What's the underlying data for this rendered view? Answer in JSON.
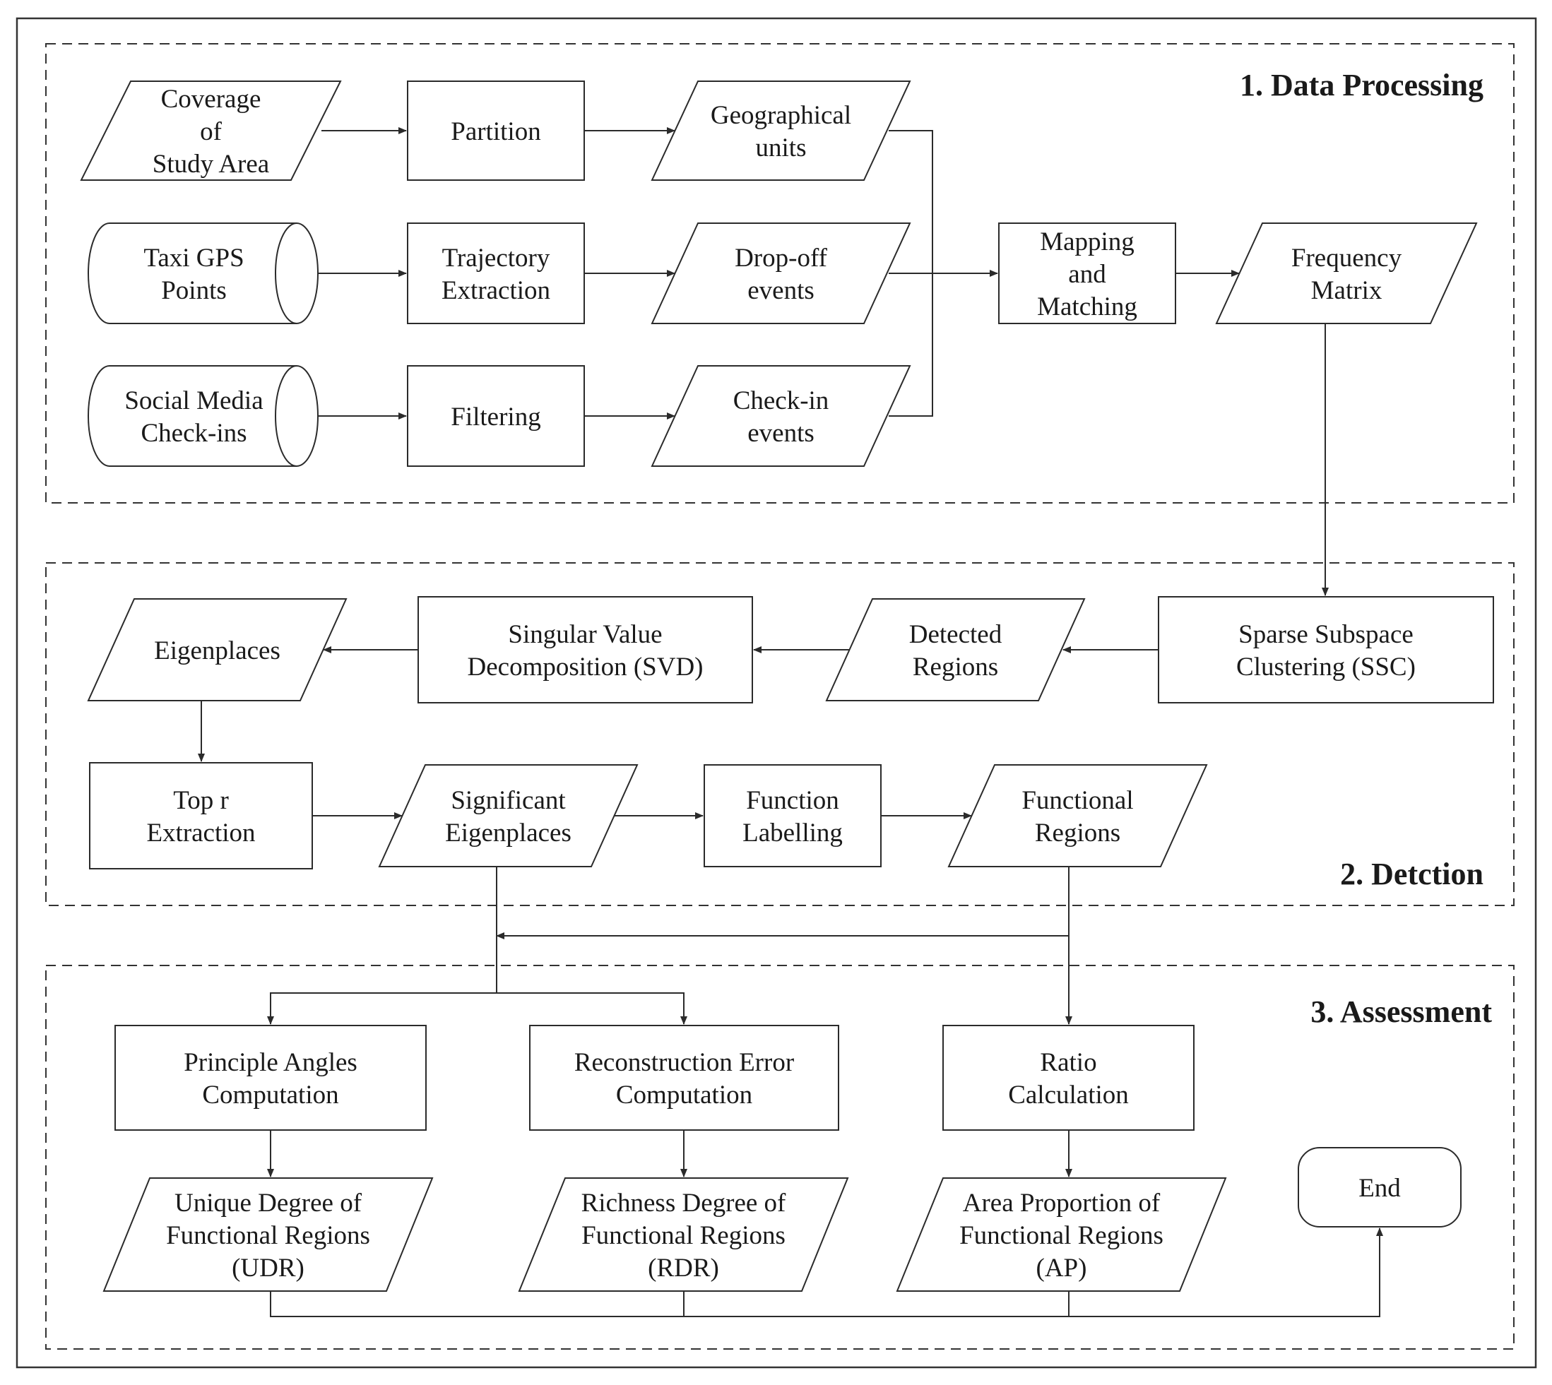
{
  "sections": [
    {
      "id": "sec1",
      "title": "1. Data Processing"
    },
    {
      "id": "sec2",
      "title": "2. Detction"
    },
    {
      "id": "sec3",
      "title": "3. Assessment"
    }
  ],
  "nodes": [
    {
      "id": "coverage",
      "shape": "parallelogram",
      "lines": [
        "Coverage",
        "of",
        "Study Area"
      ]
    },
    {
      "id": "partition",
      "shape": "rect",
      "lines": [
        "Partition"
      ]
    },
    {
      "id": "geo_units",
      "shape": "parallelogram",
      "lines": [
        "Geographical",
        "units"
      ]
    },
    {
      "id": "taxi_gps",
      "shape": "cylinder",
      "lines": [
        "Taxi GPS",
        "Points"
      ]
    },
    {
      "id": "trajectory",
      "shape": "rect",
      "lines": [
        "Trajectory",
        "Extraction"
      ]
    },
    {
      "id": "dropoff",
      "shape": "parallelogram",
      "lines": [
        "Drop-off",
        "events"
      ]
    },
    {
      "id": "social",
      "shape": "cylinder",
      "lines": [
        "Social Media",
        "Check-ins"
      ]
    },
    {
      "id": "filtering",
      "shape": "rect",
      "lines": [
        "Filtering"
      ]
    },
    {
      "id": "checkin",
      "shape": "parallelogram",
      "lines": [
        "Check-in",
        "events"
      ]
    },
    {
      "id": "mapping",
      "shape": "rect",
      "lines": [
        "Mapping",
        "and",
        "Matching"
      ]
    },
    {
      "id": "freq",
      "shape": "parallelogram",
      "lines": [
        "Frequency",
        "Matrix"
      ]
    },
    {
      "id": "ssc",
      "shape": "rect",
      "lines": [
        "Sparse Subspace",
        "Clustering (SSC)"
      ]
    },
    {
      "id": "detected",
      "shape": "parallelogram",
      "lines": [
        "Detected",
        "Regions"
      ]
    },
    {
      "id": "svd",
      "shape": "rect",
      "lines": [
        "Singular Value",
        "Decomposition  (SVD)"
      ]
    },
    {
      "id": "eigen",
      "shape": "parallelogram",
      "lines": [
        "Eigenplaces"
      ]
    },
    {
      "id": "topr",
      "shape": "rect",
      "lines": [
        "Top r",
        "Extraction"
      ]
    },
    {
      "id": "sig_eigen",
      "shape": "parallelogram",
      "lines": [
        "Significant",
        "Eigenplaces"
      ]
    },
    {
      "id": "func_label",
      "shape": "rect",
      "lines": [
        "Function",
        "Labelling"
      ]
    },
    {
      "id": "func_regions",
      "shape": "parallelogram",
      "lines": [
        "Functional",
        "Regions"
      ]
    },
    {
      "id": "principle",
      "shape": "rect",
      "lines": [
        "Principle Angles",
        "Computation"
      ]
    },
    {
      "id": "recon",
      "shape": "rect",
      "lines": [
        "Reconstruction Error",
        "Computation"
      ]
    },
    {
      "id": "ratio",
      "shape": "rect",
      "lines": [
        "Ratio",
        "Calculation"
      ]
    },
    {
      "id": "udr",
      "shape": "parallelogram",
      "lines": [
        "Unique Degree of",
        "Functional Regions",
        "(UDR)"
      ]
    },
    {
      "id": "rdr",
      "shape": "parallelogram",
      "lines": [
        "Richness Degree of",
        "Functional Regions",
        "(RDR)"
      ]
    },
    {
      "id": "ap",
      "shape": "parallelogram",
      "lines": [
        "Area Proportion of",
        "Functional Regions",
        "(AP)"
      ]
    },
    {
      "id": "end",
      "shape": "rounded",
      "lines": [
        "End"
      ]
    }
  ],
  "edges": [
    {
      "from": "coverage",
      "to": "partition"
    },
    {
      "from": "partition",
      "to": "geo_units"
    },
    {
      "from": "taxi_gps",
      "to": "trajectory"
    },
    {
      "from": "trajectory",
      "to": "dropoff"
    },
    {
      "from": "social",
      "to": "filtering"
    },
    {
      "from": "filtering",
      "to": "checkin"
    },
    {
      "from": "geo_units",
      "to": "mapping"
    },
    {
      "from": "dropoff",
      "to": "mapping"
    },
    {
      "from": "checkin",
      "to": "mapping"
    },
    {
      "from": "mapping",
      "to": "freq"
    },
    {
      "from": "freq",
      "to": "ssc"
    },
    {
      "from": "ssc",
      "to": "detected"
    },
    {
      "from": "detected",
      "to": "svd"
    },
    {
      "from": "svd",
      "to": "eigen"
    },
    {
      "from": "eigen",
      "to": "topr"
    },
    {
      "from": "topr",
      "to": "sig_eigen"
    },
    {
      "from": "sig_eigen",
      "to": "func_label"
    },
    {
      "from": "func_label",
      "to": "func_regions"
    },
    {
      "from": "func_regions",
      "to": "sig_eigen"
    },
    {
      "from": "sig_eigen",
      "to": "principle"
    },
    {
      "from": "sig_eigen",
      "to": "recon"
    },
    {
      "from": "func_regions",
      "to": "ratio"
    },
    {
      "from": "principle",
      "to": "udr"
    },
    {
      "from": "recon",
      "to": "rdr"
    },
    {
      "from": "ratio",
      "to": "ap"
    },
    {
      "from": "udr",
      "to": "end"
    },
    {
      "from": "rdr",
      "to": "end"
    },
    {
      "from": "ap",
      "to": "end"
    }
  ]
}
